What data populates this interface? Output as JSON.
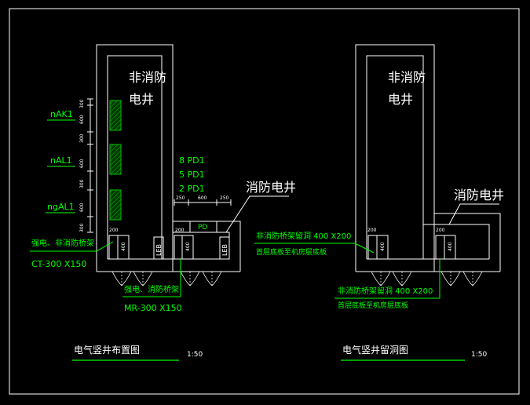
{
  "left_plan": {
    "room_nonfire": [
      "非消防",
      "电井"
    ],
    "room_fire": "消防电井",
    "pd_lines": [
      "8 PD1",
      "5 PD1",
      "2 PD1"
    ],
    "pd_box": "PD",
    "dims_top": [
      "250",
      "600",
      "250"
    ],
    "panels": [
      {
        "label": "nAK1",
        "dims": [
          "300",
          "600",
          "300"
        ]
      },
      {
        "label": "nAL1",
        "dims": [
          "300",
          "600",
          "300"
        ]
      },
      {
        "label": "ngAL1",
        "dims": [
          "300",
          "600",
          "300"
        ]
      }
    ],
    "dim_200_a": "200",
    "dim_200_b": "200",
    "door_dim_a": "400",
    "door_dim_b": "400",
    "leb_a": "LEB",
    "leb_b": "LEB",
    "note_ct_1": "强电、非消防桥架",
    "note_ct_2": "CT-300 X150",
    "note_mr_1": "强电、消防桥架",
    "note_mr_2": "MR-300 X150",
    "title": "电气竖井布置图",
    "scale": "1:50"
  },
  "right_plan": {
    "room_nonfire": [
      "非消防",
      "电井"
    ],
    "room_fire": "消防电井",
    "note_a_1": "非消防桥架留洞 400 X200",
    "note_a_2": "首层底板至机房层底板",
    "note_b_1": "非消防桥架留洞 400 X200",
    "note_b_2": "首层底板至机房层底板",
    "dim_200_a": "200",
    "dim_200_b": "200",
    "door_dim_a": "400",
    "door_dim_b": "400",
    "title": "电气竖井留洞图",
    "scale": "1:50"
  },
  "colors": {
    "background": "#000000",
    "linework": "#ffffff",
    "annotation": "#00ff00",
    "hatch": "#00a000"
  }
}
